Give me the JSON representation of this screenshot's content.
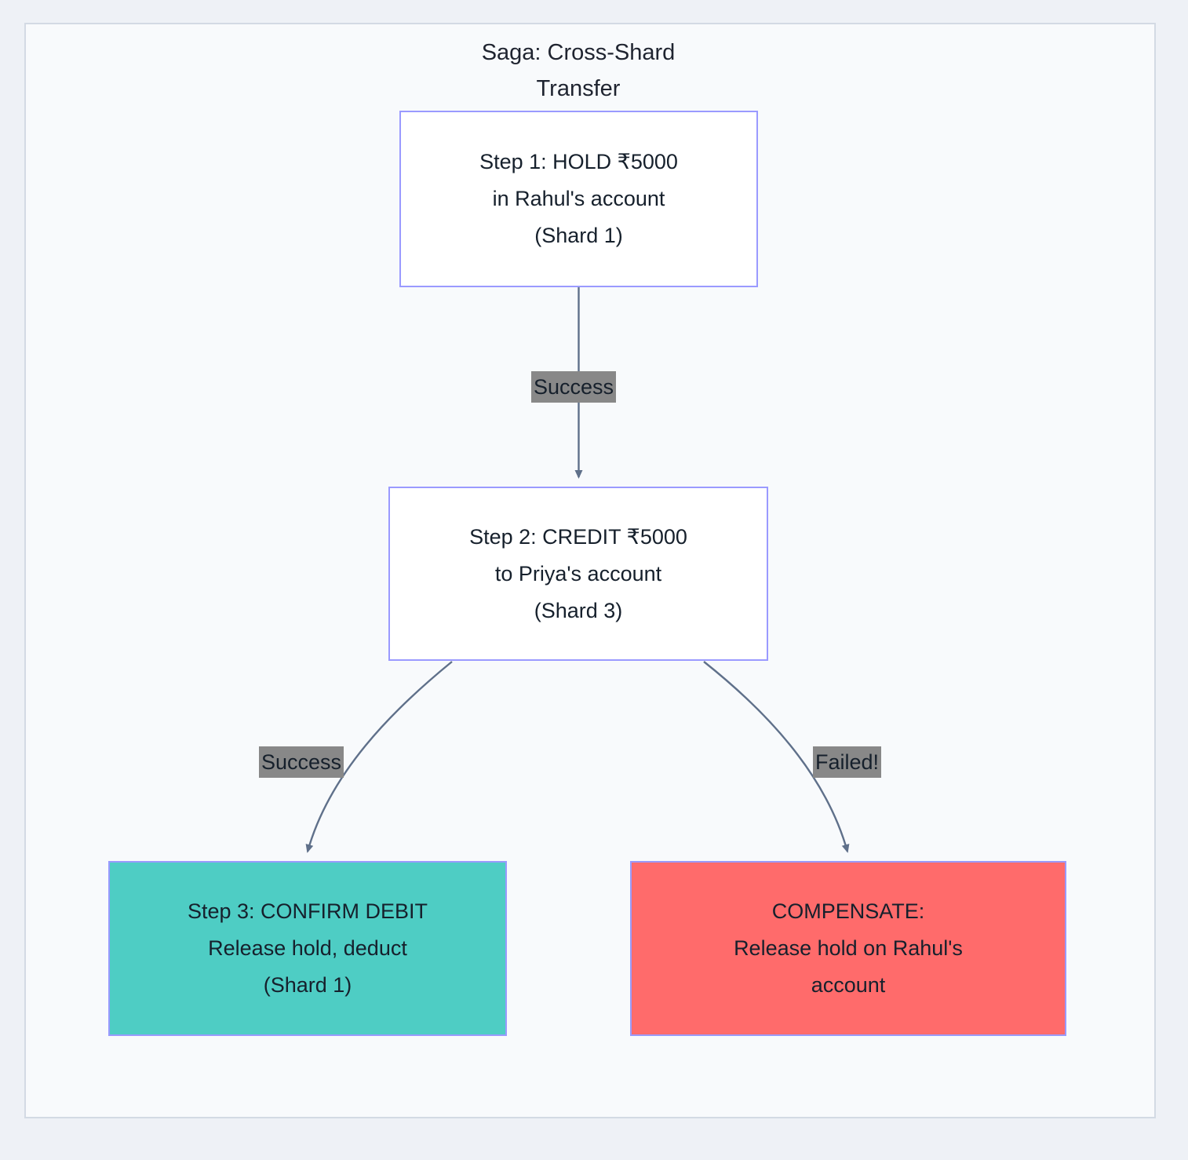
{
  "diagram": {
    "title": "Saga: Cross-Shard\nTransfer",
    "type": "flowchart",
    "direction": "top-down",
    "frame_background": "#f8fafc",
    "page_background": "#eef1f6",
    "frame_border_color": "#d3dae4",
    "edge_color": "#5f708a",
    "default_node_border": "#9a9aff",
    "default_node_fill": "#ffffff",
    "edge_label_background": "#888888",
    "text_color": "#16202c"
  },
  "nodes": [
    {
      "id": "step1",
      "text": "Step 1: HOLD ₹5000\nin Rahul's account\n(Shard 1)",
      "fill": "#ffffff",
      "border": "#9a9aff"
    },
    {
      "id": "step2",
      "text": "Step 2: CREDIT ₹5000\nto Priya's account\n(Shard 3)",
      "fill": "#ffffff",
      "border": "#9a9aff"
    },
    {
      "id": "step3",
      "text": "Step 3: CONFIRM DEBIT\nRelease hold, deduct\n(Shard 1)",
      "fill": "#4ecdc4",
      "border": "#9a9aff"
    },
    {
      "id": "compensate",
      "text": "COMPENSATE:\nRelease hold on Rahul's\naccount",
      "fill": "#ff6b6b",
      "border": "#9a9aff"
    }
  ],
  "edges": [
    {
      "id": "e1",
      "from": "step1",
      "to": "step2",
      "label": "Success"
    },
    {
      "id": "e2",
      "from": "step2",
      "to": "step3",
      "label": "Success"
    },
    {
      "id": "e3",
      "from": "step2",
      "to": "compensate",
      "label": "Failed!"
    }
  ]
}
